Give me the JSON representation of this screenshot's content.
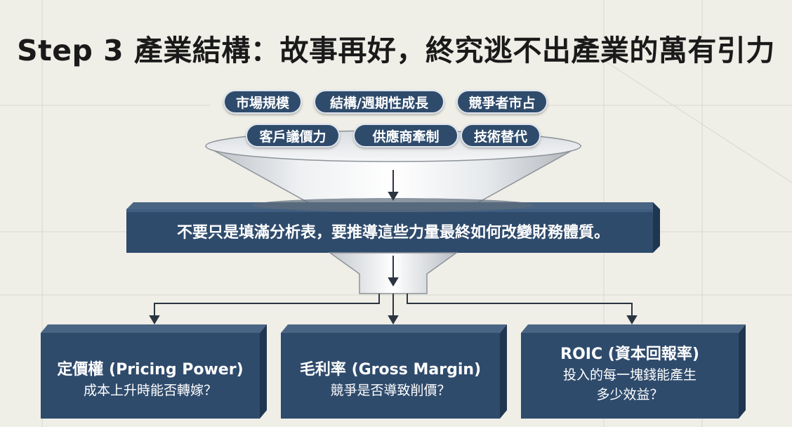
{
  "title": "Step 3 產業結構：故事再好，終究逃不出產業的萬有引力",
  "inputs": [
    "市場規模",
    "結構/週期性成長",
    "競爭者市占",
    "客戶議價力",
    "供應商牽制",
    "技術替代"
  ],
  "bar_text": "不要只是填滿分析表，要推導這些力量最終如何改變財務體質。",
  "outputs": [
    {
      "line1": "定價權 (Pricing Power)",
      "line2": "成本上升時能否轉嫁？"
    },
    {
      "line1": "毛利率 (Gross Margin)",
      "line2": "競爭是否導致削價？"
    },
    {
      "line1": "ROIC (資本回報率)",
      "line2": "投入的每一塊錢能產生",
      "line3": "多少效益？"
    }
  ],
  "colors": {
    "navy": "#2f4b6c",
    "background": "#efeee7"
  }
}
